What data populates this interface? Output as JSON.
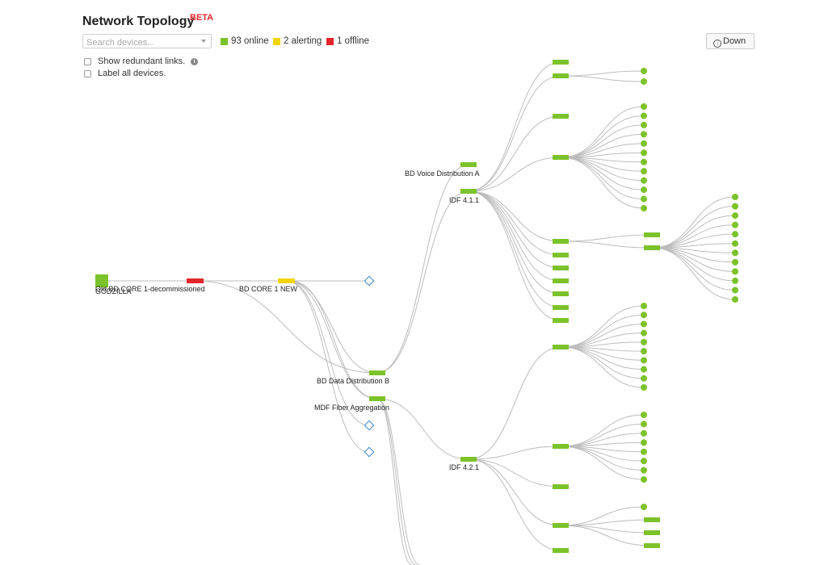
{
  "header": {
    "title": "Network Topology",
    "badge": "BETA"
  },
  "search": {
    "placeholder": "Search devices..."
  },
  "status": {
    "online": {
      "label": "93 online",
      "color": "#7cc32b"
    },
    "alerting": {
      "label": "2 alerting",
      "color": "#f5d40a"
    },
    "offline": {
      "label": "1 offline",
      "color": "#e3262b"
    }
  },
  "options": {
    "redundant_links": {
      "label": "Show redundant links.",
      "checked": false,
      "info_icon": "info-icon"
    },
    "label_all": {
      "label": "Label all devices.",
      "checked": false
    }
  },
  "toolbar": {
    "download_label": "Down",
    "download_icon": "download-icon"
  },
  "colors": {
    "online": "#7cc32b",
    "alerting": "#f5d40a",
    "offline": "#e3262b",
    "link": "#bdbdbd",
    "placeholder": "#3b87c5"
  },
  "topology": {
    "labels": {
      "godzilla": "GODZILLA",
      "old_core": "Old BD CORE 1-decommissioned",
      "core_new": "BD CORE 1 NEW",
      "data_dist": "BD Data Distribution B",
      "mdf": "MDF Fiber Aggregation",
      "voice": "BD Voice Distribution A",
      "idf411": "IDF 4.1.1",
      "idf421": "IDF 4.2.1"
    }
  }
}
